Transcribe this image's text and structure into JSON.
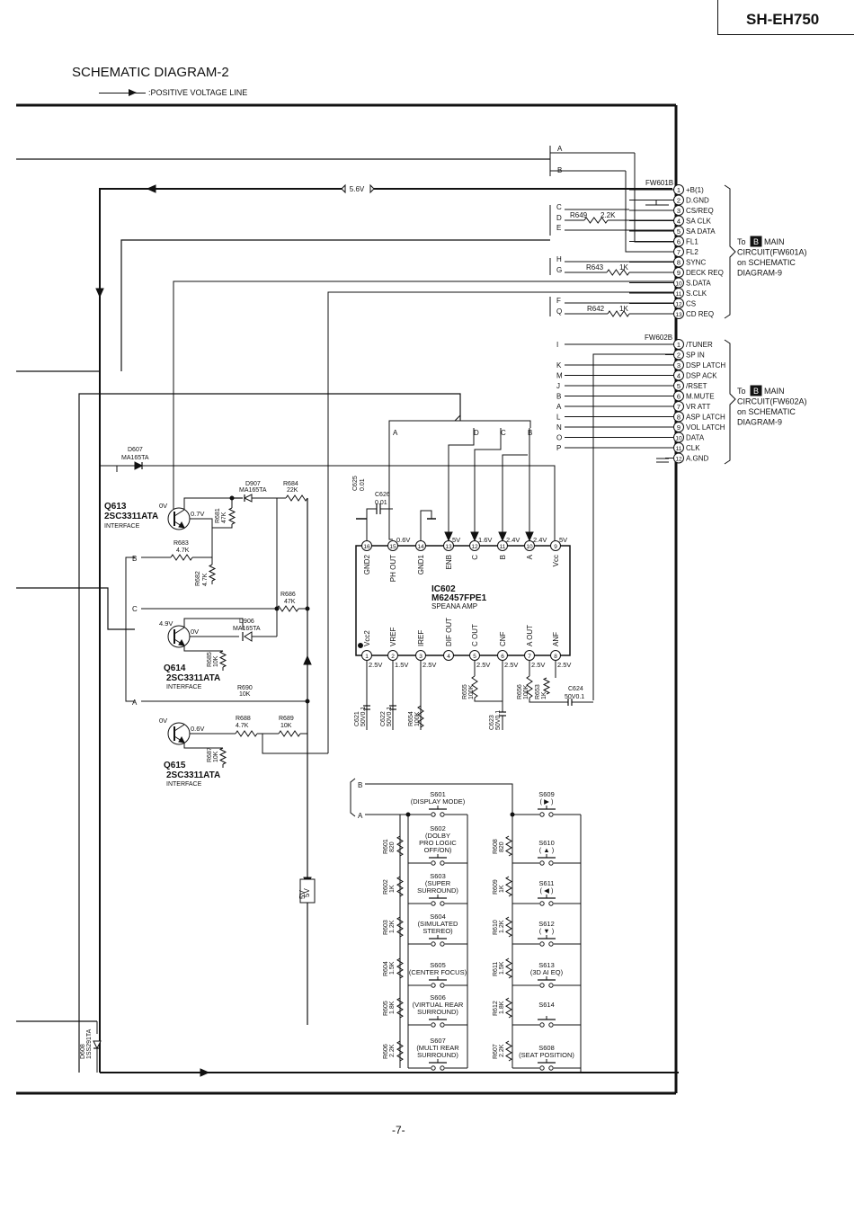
{
  "header": {
    "model": "SH-EH750"
  },
  "title": "SCHEMATIC DIAGRAM-2",
  "legend": {
    "label": ":POSITIVE VOLTAGE LINE"
  },
  "page_number": "-7-",
  "bus_letters_top": [
    "A",
    "B"
  ],
  "rail_voltage": "5.6V",
  "fw601b": {
    "label": "FW601B",
    "pins": [
      {
        "n": "1",
        "name": "+B(1)"
      },
      {
        "n": "2",
        "name": "D.GND"
      },
      {
        "n": "3",
        "name": "CS/REQ"
      },
      {
        "n": "4",
        "name": "SA CLK"
      },
      {
        "n": "5",
        "name": "SA DATA"
      },
      {
        "n": "6",
        "name": "FL1"
      },
      {
        "n": "7",
        "name": "FL2"
      },
      {
        "n": "8",
        "name": "SYNC"
      },
      {
        "n": "9",
        "name": "DECK REQ"
      },
      {
        "n": "10",
        "name": "S.DATA"
      },
      {
        "n": "11",
        "name": "S.CLK"
      },
      {
        "n": "12",
        "name": "CS"
      },
      {
        "n": "13",
        "name": "CD REQ"
      }
    ],
    "letters": [
      "C",
      "D",
      "E",
      "H",
      "G",
      "F",
      "Q"
    ],
    "resistors": [
      {
        "ref": "R649",
        "val": "2.2K"
      },
      {
        "ref": "R643",
        "val": "1K"
      },
      {
        "ref": "R642",
        "val": "1K"
      }
    ],
    "dest": {
      "prefix": "To",
      "box": "B",
      "lines": [
        "MAIN",
        "CIRCUIT(FW601A)",
        "on SCHEMATIC",
        "DIAGRAM-9"
      ]
    }
  },
  "fw602b": {
    "label": "FW602B",
    "pins": [
      {
        "n": "1",
        "name": "/TUNER",
        "letter": "I"
      },
      {
        "n": "2",
        "name": "SP IN",
        "letter": ""
      },
      {
        "n": "3",
        "name": "DSP LATCH",
        "letter": "K"
      },
      {
        "n": "4",
        "name": "DSP ACK",
        "letter": "M"
      },
      {
        "n": "5",
        "name": "/RSET",
        "letter": "J"
      },
      {
        "n": "6",
        "name": "M.MUTE",
        "letter": "B"
      },
      {
        "n": "7",
        "name": "VR ATT",
        "letter": "A"
      },
      {
        "n": "8",
        "name": "ASP LATCH",
        "letter": "L"
      },
      {
        "n": "9",
        "name": "VOL LATCH",
        "letter": "N"
      },
      {
        "n": "10",
        "name": "DATA",
        "letter": "O"
      },
      {
        "n": "11",
        "name": "CLK",
        "letter": "P"
      },
      {
        "n": "12",
        "name": "A.GND",
        "letter": ""
      }
    ],
    "dest": {
      "prefix": "To",
      "box": "B",
      "lines": [
        "MAIN",
        "CIRCUIT(FW602A)",
        "on SCHEMATIC",
        "DIAGRAM-9"
      ]
    }
  },
  "ic602": {
    "ref": "IC602",
    "part": "M62457FPE1",
    "desc": "SPEANA AMP",
    "top_pins": [
      {
        "n": "16",
        "name": "GND2",
        "v": ""
      },
      {
        "n": "15",
        "name": "PH OUT",
        "v": "0.6V"
      },
      {
        "n": "14",
        "name": "GND1",
        "v": ""
      },
      {
        "n": "13",
        "name": "ENB",
        "v": "5V"
      },
      {
        "n": "12",
        "name": "C",
        "v": "1.6V"
      },
      {
        "n": "11",
        "name": "B",
        "v": "2.4V"
      },
      {
        "n": "10",
        "name": "A",
        "v": "2.4V"
      },
      {
        "n": "9",
        "name": "Vcc",
        "v": "5V"
      }
    ],
    "bottom_pins": [
      {
        "n": "1",
        "name": "Vcc2",
        "v": "2.5V"
      },
      {
        "n": "2",
        "name": "VREF",
        "v": "1.5V"
      },
      {
        "n": "3",
        "name": "IREF",
        "v": "2.5V"
      },
      {
        "n": "4",
        "name": "DIF OUT",
        "v": ""
      },
      {
        "n": "5",
        "name": "C OUT",
        "v": "2.5V"
      },
      {
        "n": "6",
        "name": "CNF",
        "v": "2.5V"
      },
      {
        "n": "7",
        "name": "A OUT",
        "v": "2.5V"
      },
      {
        "n": "8",
        "name": "ANF",
        "v": "2.5V"
      }
    ],
    "top_letters": [
      "A",
      "D",
      "C",
      "B"
    ]
  },
  "parts": {
    "d607": {
      "ref": "D607",
      "val": "MA165TA"
    },
    "d907": {
      "ref": "D907",
      "val": "MA165TA"
    },
    "d906": {
      "ref": "D906",
      "val": "MA165TA"
    },
    "d608": {
      "ref": "D608",
      "val": "1SS291TA"
    },
    "r684": {
      "ref": "R684",
      "val": "22K"
    },
    "r681": {
      "ref": "R681",
      "val": "47K"
    },
    "r683": {
      "ref": "R683",
      "val": "4.7K"
    },
    "r682": {
      "ref": "R682",
      "val": "4.7K"
    },
    "r686": {
      "ref": "R686",
      "val": "47K"
    },
    "r685": {
      "ref": "R685",
      "val": "10K"
    },
    "r690": {
      "ref": "R690",
      "val": "10K"
    },
    "r688": {
      "ref": "R688",
      "val": "4.7K"
    },
    "r689": {
      "ref": "R689",
      "val": "10K"
    },
    "r687": {
      "ref": "R687",
      "val": "10K"
    },
    "c625": {
      "ref": "C625",
      "val": "0.01"
    },
    "c626": {
      "ref": "C626",
      "val": "0.01"
    },
    "c621": {
      "ref": "C621",
      "val": "50V0.1"
    },
    "c622": {
      "ref": "C622",
      "val": "50V0.1"
    },
    "r654": {
      "ref": "R654",
      "val": "100K"
    },
    "r655": {
      "ref": "R655",
      "val": "100K"
    },
    "c623": {
      "ref": "C623",
      "val": "50V0.1"
    },
    "r656": {
      "ref": "R656",
      "val": "100K"
    },
    "r653": {
      "ref": "R653",
      "val": "1K"
    },
    "c624": {
      "ref": "C624",
      "val": "50V0.1"
    }
  },
  "transistors": [
    {
      "ref": "Q613",
      "part": "2SC3311ATA",
      "role": "INTERFACE",
      "vb": "0V",
      "ve": "0.7V"
    },
    {
      "ref": "Q614",
      "part": "2SC3311ATA",
      "role": "INTERFACE",
      "vb": "4.9V",
      "ve": "0V"
    },
    {
      "ref": "Q615",
      "part": "2SC3311ATA",
      "role": "INTERFACE",
      "vb": "0V",
      "ve": "0.6V"
    }
  ],
  "left_bus": [
    "B",
    "C",
    "A"
  ],
  "switch_bus": [
    "B",
    "A"
  ],
  "v5": "5V",
  "switches_left": [
    {
      "sw": "S601",
      "label": [
        "(DISPLAY MODE)"
      ],
      "r": "",
      "rv": ""
    },
    {
      "sw": "S602",
      "label": [
        "(DOLBY",
        "PRO LOGIC",
        "OFF/ON)"
      ],
      "r": "R601",
      "rv": "820"
    },
    {
      "sw": "S603",
      "label": [
        "(SUPER",
        "SURROUND)"
      ],
      "r": "R602",
      "rv": "1K"
    },
    {
      "sw": "S604",
      "label": [
        "(SIMULATED",
        "STEREO)"
      ],
      "r": "R603",
      "rv": "1.2K"
    },
    {
      "sw": "S605",
      "label": [
        "(CENTER FOCUS)"
      ],
      "r": "R604",
      "rv": "1.5K"
    },
    {
      "sw": "S606",
      "label": [
        "(VIRTUAL REAR",
        "SURROUND)"
      ],
      "r": "R605",
      "rv": "1.8K"
    },
    {
      "sw": "S607",
      "label": [
        "(MULTI REAR",
        "SURROUND)"
      ],
      "r": "R606",
      "rv": "2.2K"
    }
  ],
  "switches_right": [
    {
      "sw": "S609",
      "label": [
        "( ▶ )"
      ],
      "r": "",
      "rv": ""
    },
    {
      "sw": "S610",
      "label": [
        "( ▲ )"
      ],
      "r": "R608",
      "rv": "820"
    },
    {
      "sw": "S611",
      "label": [
        "( ◀ )"
      ],
      "r": "R609",
      "rv": "1K"
    },
    {
      "sw": "S612",
      "label": [
        "( ▼ )"
      ],
      "r": "R610",
      "rv": "1.2K"
    },
    {
      "sw": "S613",
      "label": [
        "(3D AI EQ)"
      ],
      "r": "R611",
      "rv": "1.5K"
    },
    {
      "sw": "S614",
      "label": [
        ""
      ],
      "r": "R612",
      "rv": "1.8K"
    },
    {
      "sw": "S608",
      "label": [
        "(SEAT POSITION)"
      ],
      "r": "R607",
      "rv": "2.2K"
    }
  ]
}
